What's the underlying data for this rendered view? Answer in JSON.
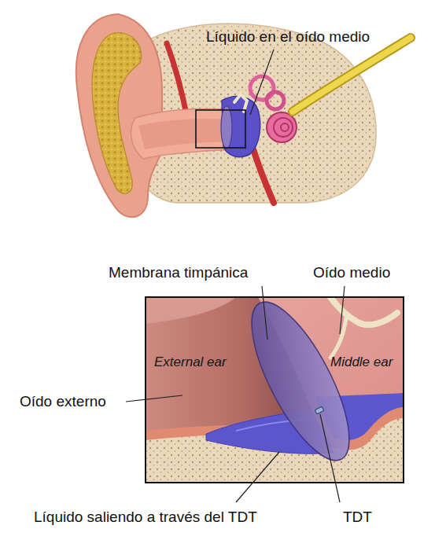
{
  "diagram": {
    "labels": [
      "Líquido en el oído medio",
      "Membrana timpánica",
      "Oído medio",
      "External ear",
      "Middle ear",
      "Oído externo",
      "Líquido saliendo a través del TDT",
      "TDT"
    ]
  }
}
